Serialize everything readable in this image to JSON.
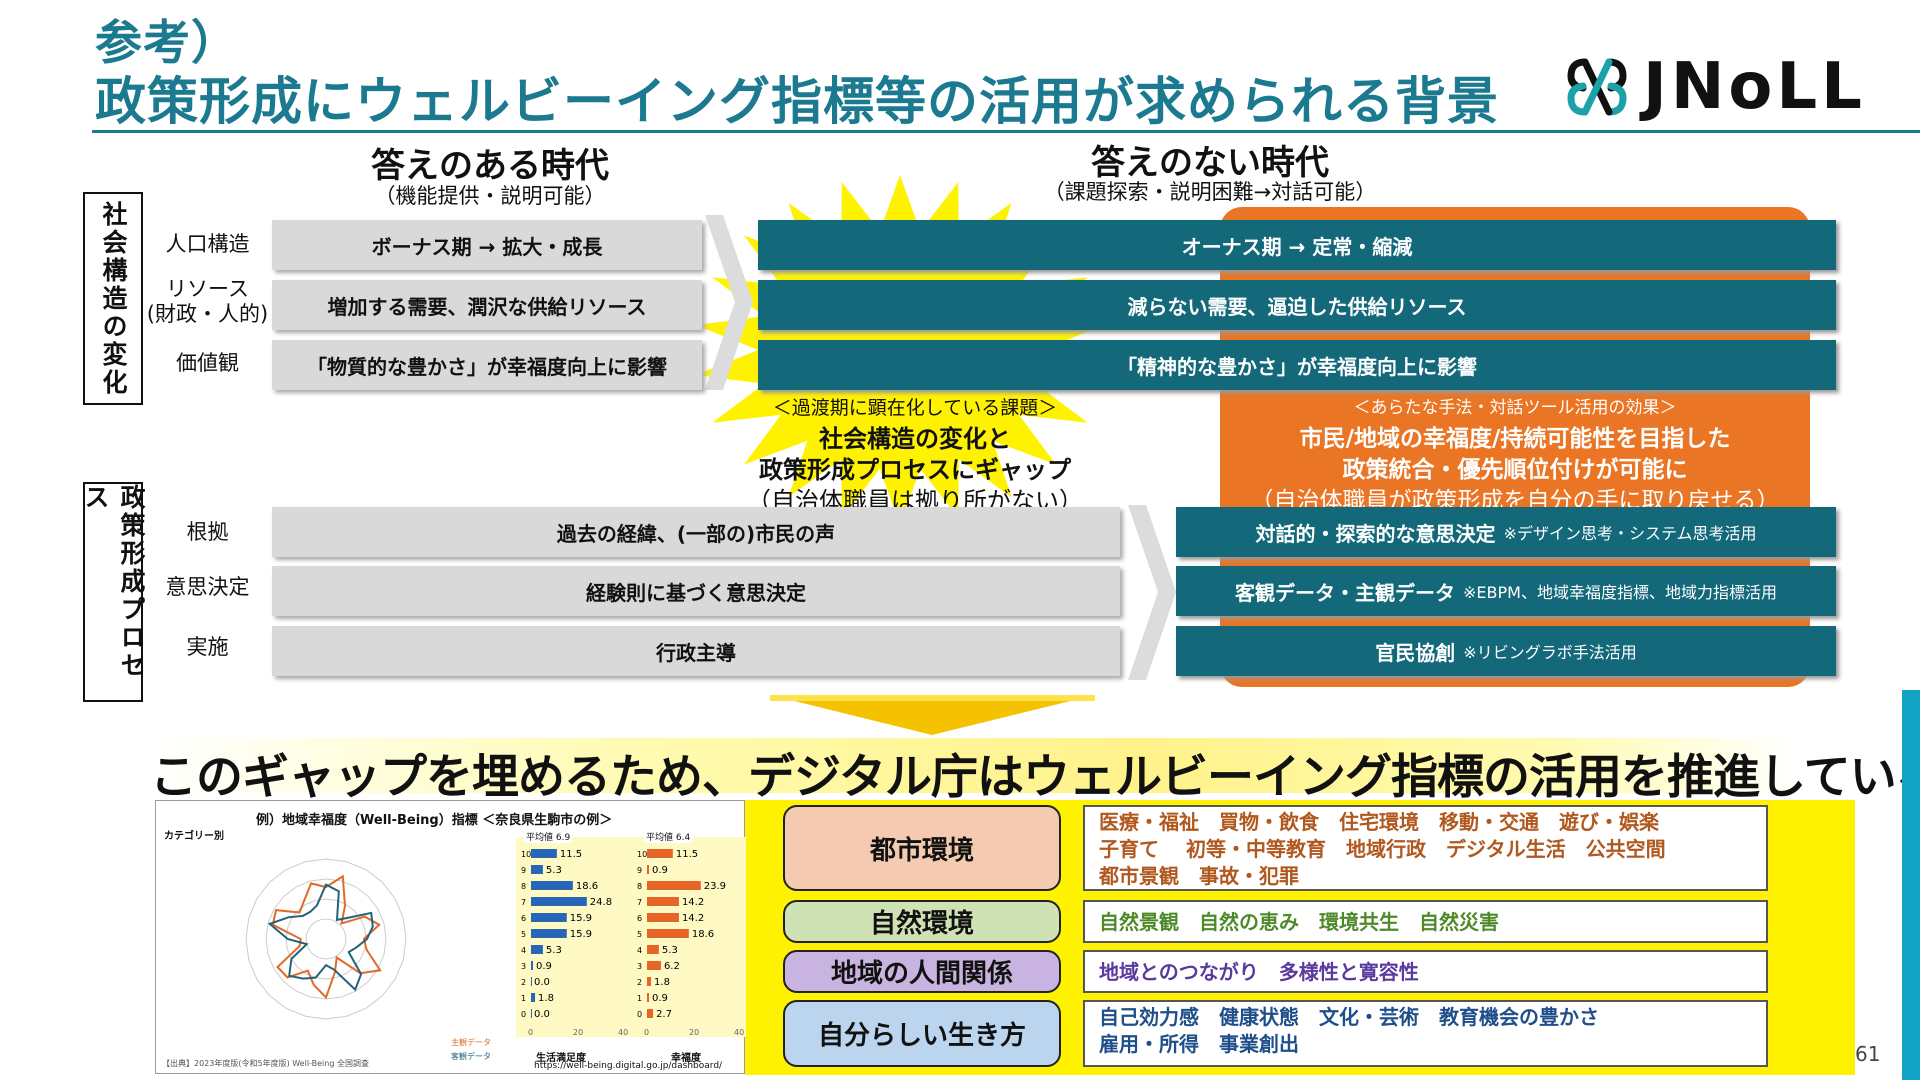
{
  "header": {
    "line1": "参考）",
    "line2": "政策形成にウェルビーイング指標等の活用が求められる背景",
    "logo_text": "JNoLL"
  },
  "left_column": {
    "title": "答えのある時代",
    "subtitle": "（機能提供・説明可能）"
  },
  "right_column": {
    "title": "答えのない時代",
    "subtitle": "（課題探索・説明困難→対話可能）"
  },
  "social_structure": {
    "side_label": "社会構造の変化",
    "rows": [
      {
        "label": "人口構造",
        "past": "ボーナス期 → 拡大・成長",
        "future": "オーナス期 → 定常・縮減"
      },
      {
        "label": "リソース\n(財政・人的)",
        "past": "増加する需要、潤沢な供給リソース",
        "future": "減らない需要、逼迫した供給リソース"
      },
      {
        "label": "価値観",
        "past": "「物質的な豊かさ」が幸福度向上に影響",
        "future": "「精神的な豊かさ」が幸福度向上に影響"
      }
    ]
  },
  "gap": {
    "small": "＜過渡期に顕在化している課題＞",
    "line1": "社会構造の変化と",
    "line2": "政策形成プロセスにギャップ",
    "paren": "（自治体職員は拠り所がない）"
  },
  "effect": {
    "small": "＜あらたな手法・対話ツール活用の効果＞",
    "line1": "市民/地域の幸福度/持続可能性を目指した",
    "line2": "政策統合・優先順位付けが可能に",
    "paren": "（自治体職員が政策形成を自分の手に取り戻せる）"
  },
  "policy_process": {
    "side_label": "政策形成プロセス",
    "rows": [
      {
        "label": "根拠",
        "past": "過去の経緯、(一部の)市民の声",
        "future": "対話的・探索的な意思決定",
        "note": "※デザイン思考・システム思考活用"
      },
      {
        "label": "意思決定",
        "past": "経験則に基づく意思決定",
        "future": "客観データ・主観データ",
        "note": "※EBPM、地域幸福度指標、地域力指標活用"
      },
      {
        "label": "実施",
        "past": "行政主導",
        "future": "官民協創",
        "note": "※リビングラボ手法活用"
      }
    ]
  },
  "banner": "このギャップを埋めるため、デジタル庁はウェルビーイング指標の活用を推進している",
  "example": {
    "title": "例）地域幸福度（Well-Being）指標 ＜奈良県生駒市の例＞",
    "category_label": "カテゴリー別",
    "legend_subj": "主観データ",
    "legend_obj": "客観データ",
    "source": "【出典】2023年度版(令和5年度版) Well-Being 全国調査",
    "url": "https://well-being.digital.go.jp/dashboard/",
    "hist1_label": "生活満足度",
    "hist1_avg": "平均値 6.9",
    "hist2_label": "幸福度",
    "hist2_avg": "平均値 6.4"
  },
  "chart_data": [
    {
      "type": "bar",
      "title": "生活満足度",
      "categories": [
        "10",
        "9",
        "8",
        "7",
        "6",
        "5",
        "4",
        "3",
        "2",
        "1",
        "0"
      ],
      "values": [
        11.5,
        5.3,
        18.6,
        24.8,
        15.9,
        15.9,
        5.3,
        0.9,
        0.0,
        1.8,
        0.0
      ],
      "xlim": [
        0,
        40
      ]
    },
    {
      "type": "bar",
      "title": "幸福度",
      "categories": [
        "10",
        "9",
        "8",
        "7",
        "6",
        "5",
        "4",
        "3",
        "2",
        "1",
        "0"
      ],
      "values": [
        11.5,
        0.9,
        23.9,
        14.2,
        14.2,
        18.6,
        5.3,
        6.2,
        1.8,
        0.9,
        2.7
      ],
      "xlim": [
        0,
        40
      ]
    }
  ],
  "categories": [
    {
      "name": "都市環境",
      "keywords": "医療・福祉　買物・飲食　住宅環境　移動・交通　遊び・娯楽\n子育て　 初等・中等教育　地域行政　デジタル生活　公共空間\n都市景観　事故・犯罪"
    },
    {
      "name": "自然環境",
      "keywords": "自然景観　自然の恵み　環境共生　自然災害"
    },
    {
      "name": "地域の人間関係",
      "keywords": "地域とのつながり　多様性と寛容性"
    },
    {
      "name": "自分らしい生き方",
      "keywords": "自己効力感　健康状態　文化・芸術　教育機会の豊かさ\n雇用・所得　事業創出"
    }
  ],
  "colors": {
    "teal": "#13687a",
    "orange": "#ea7524",
    "yellow": "#fff200"
  },
  "page_number": "61"
}
